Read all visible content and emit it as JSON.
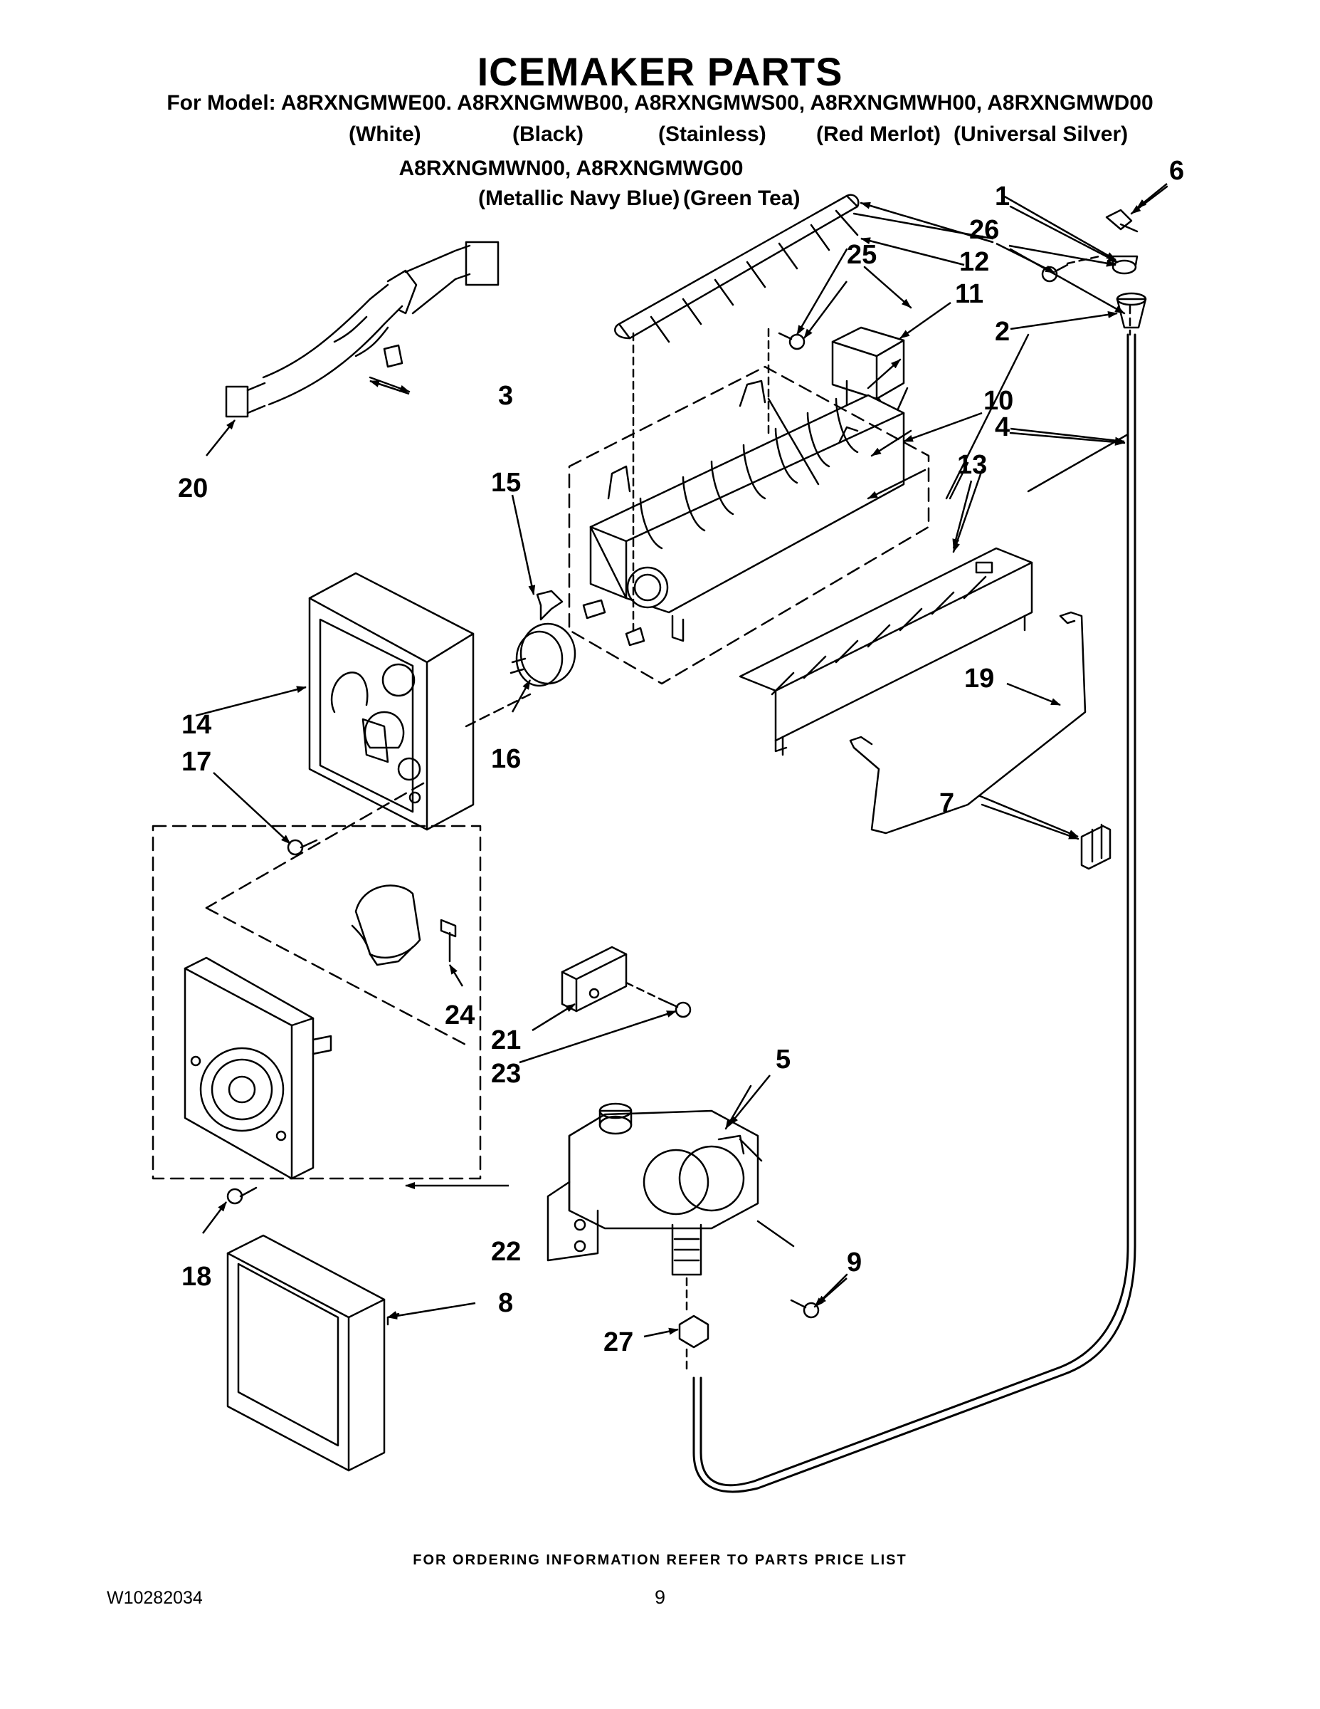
{
  "title": "ICEMAKER PARTS",
  "models": {
    "line1": "For Model: A8RXNGMWE00. A8RXNGMWB00, A8RXNGMWS00, A8RXNGMWH00, A8RXNGMWD00",
    "colors1": [
      "(White)",
      "(Black)",
      "(Stainless)",
      "(Red Merlot)",
      "(Universal Silver)"
    ],
    "line2": "A8RXNGMWN00, A8RXNGMWG00",
    "colors2": [
      "(Metallic Navy Blue)",
      "(Green Tea)"
    ]
  },
  "callouts": {
    "c1": "1",
    "c2": "2",
    "c3": "3",
    "c4": "4",
    "c5": "5",
    "c6": "6",
    "c7": "7",
    "c8": "8",
    "c9": "9",
    "c10": "10",
    "c11": "11",
    "c12": "12",
    "c13": "13",
    "c14": "14",
    "c15": "15",
    "c16": "16",
    "c17": "17",
    "c18": "18",
    "c19": "19",
    "c20": "20",
    "c21": "21",
    "c22": "22",
    "c23": "23",
    "c24": "24",
    "c25": "25",
    "c26": "26",
    "c27": "27"
  },
  "footer": {
    "note": "FOR ORDERING INFORMATION REFER TO PARTS PRICE LIST",
    "doc_number": "W10282034",
    "page": "9"
  }
}
